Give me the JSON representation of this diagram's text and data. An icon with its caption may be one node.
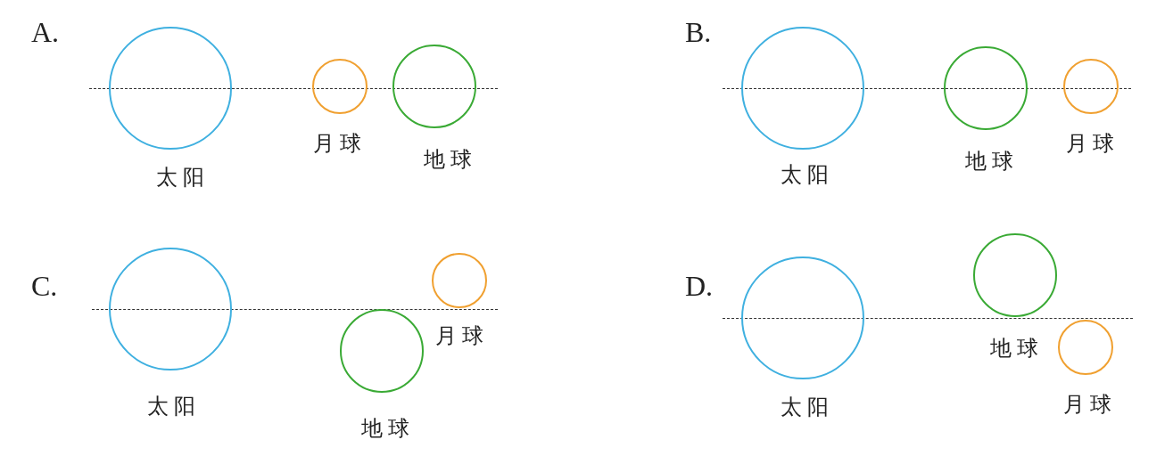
{
  "diagram": {
    "nodes": [
      {
        "text": [],
        "shape": "circle",
        "beside": [
          "太阳"
        ]
      },
      {
        "text": [],
        "shape": "circle",
        "beside": [
          "月球"
        ]
      },
      {
        "text": [],
        "shape": "circle",
        "beside": [
          "地球"
        ]
      },
      {
        "text": [],
        "shape": "circle",
        "beside": [
          "太阳"
        ]
      },
      {
        "text": [],
        "shape": "circle",
        "beside": [
          "地球"
        ]
      },
      {
        "text": [],
        "shape": "circle",
        "beside": [
          "月球"
        ]
      },
      {
        "text": [],
        "shape": "circle",
        "beside": [
          "太阳"
        ]
      },
      {
        "text": [],
        "shape": "circle",
        "beside": [
          "月球"
        ]
      },
      {
        "text": [],
        "shape": "circle",
        "beside": [
          "地球"
        ]
      },
      {
        "text": [],
        "shape": "circle",
        "beside": [
          "太阳"
        ]
      },
      {
        "text": [],
        "shape": "circle",
        "beside": [
          "地球"
        ]
      },
      {
        "text": [],
        "shape": "circle",
        "beside": [
          "月球"
        ]
      }
    ],
    "labels": [
      "A.",
      "B.",
      "C.",
      "D."
    ]
  }
}
